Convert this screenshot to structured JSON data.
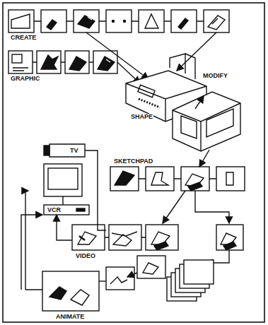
{
  "diagram": {
    "labels": [
      "CREATE",
      "GRAPHIC",
      "SHAPE",
      "MODIFY",
      "SKETCHPAD",
      "TV",
      "VCR",
      "VIDEO",
      "ANIMATE"
    ]
  }
}
